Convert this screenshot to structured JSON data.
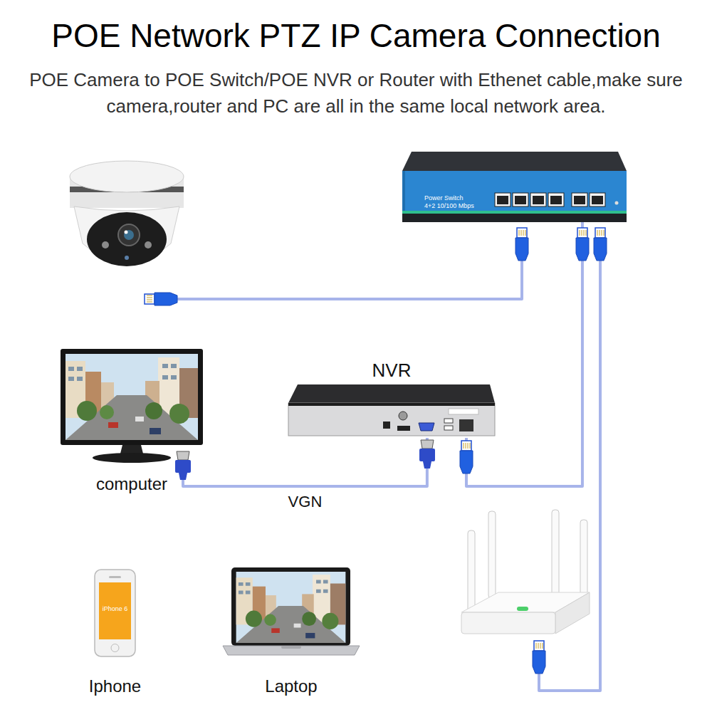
{
  "diagram": {
    "title": "POE Network PTZ IP Camera Connection",
    "caption": "POE Camera to POE Switch/POE NVR or Router with Ethenet cable,make sure camera,router and PC are all in the same local network area.",
    "nodes": [
      {
        "text": [
          "Power Switch 4+2 10/100 Mbps"
        ]
      },
      {
        "text": [
          "computer"
        ]
      },
      {
        "text": [
          "NVR"
        ]
      },
      {
        "text": [
          "iPhone 6",
          "Iphone"
        ]
      },
      {
        "text": [
          "Laptop"
        ]
      }
    ],
    "edges": [
      {
        "from": 1,
        "to": 2,
        "label": "VGN",
        "arrow": "none"
      },
      {
        "from": 2,
        "to": 0,
        "arrow": "none"
      }
    ]
  }
}
